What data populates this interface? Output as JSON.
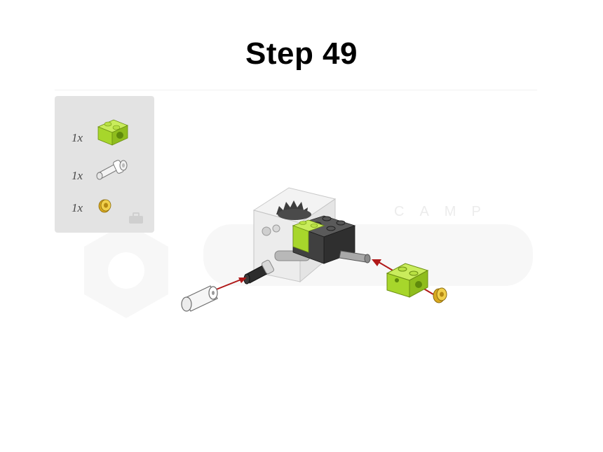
{
  "page": {
    "title": "Step 49"
  },
  "parts_panel": {
    "items": [
      {
        "qty": "1x",
        "icon": "technic-brick-1x2-lime-icon",
        "color": "#a7d62b"
      },
      {
        "qty": "1x",
        "icon": "axle-pin-white-icon",
        "color": "#f2f2f2"
      },
      {
        "qty": "1x",
        "icon": "bush-yellow-icon",
        "color": "#e8c23a"
      }
    ]
  },
  "watermark": {
    "brand": "BRICKCAMP",
    "color": "#f2f2f2"
  },
  "colors": {
    "lime": "#a7d62b",
    "dark_gray": "#3d3d3d",
    "arrow": "#b01818",
    "panel": "#e3e3e3"
  }
}
